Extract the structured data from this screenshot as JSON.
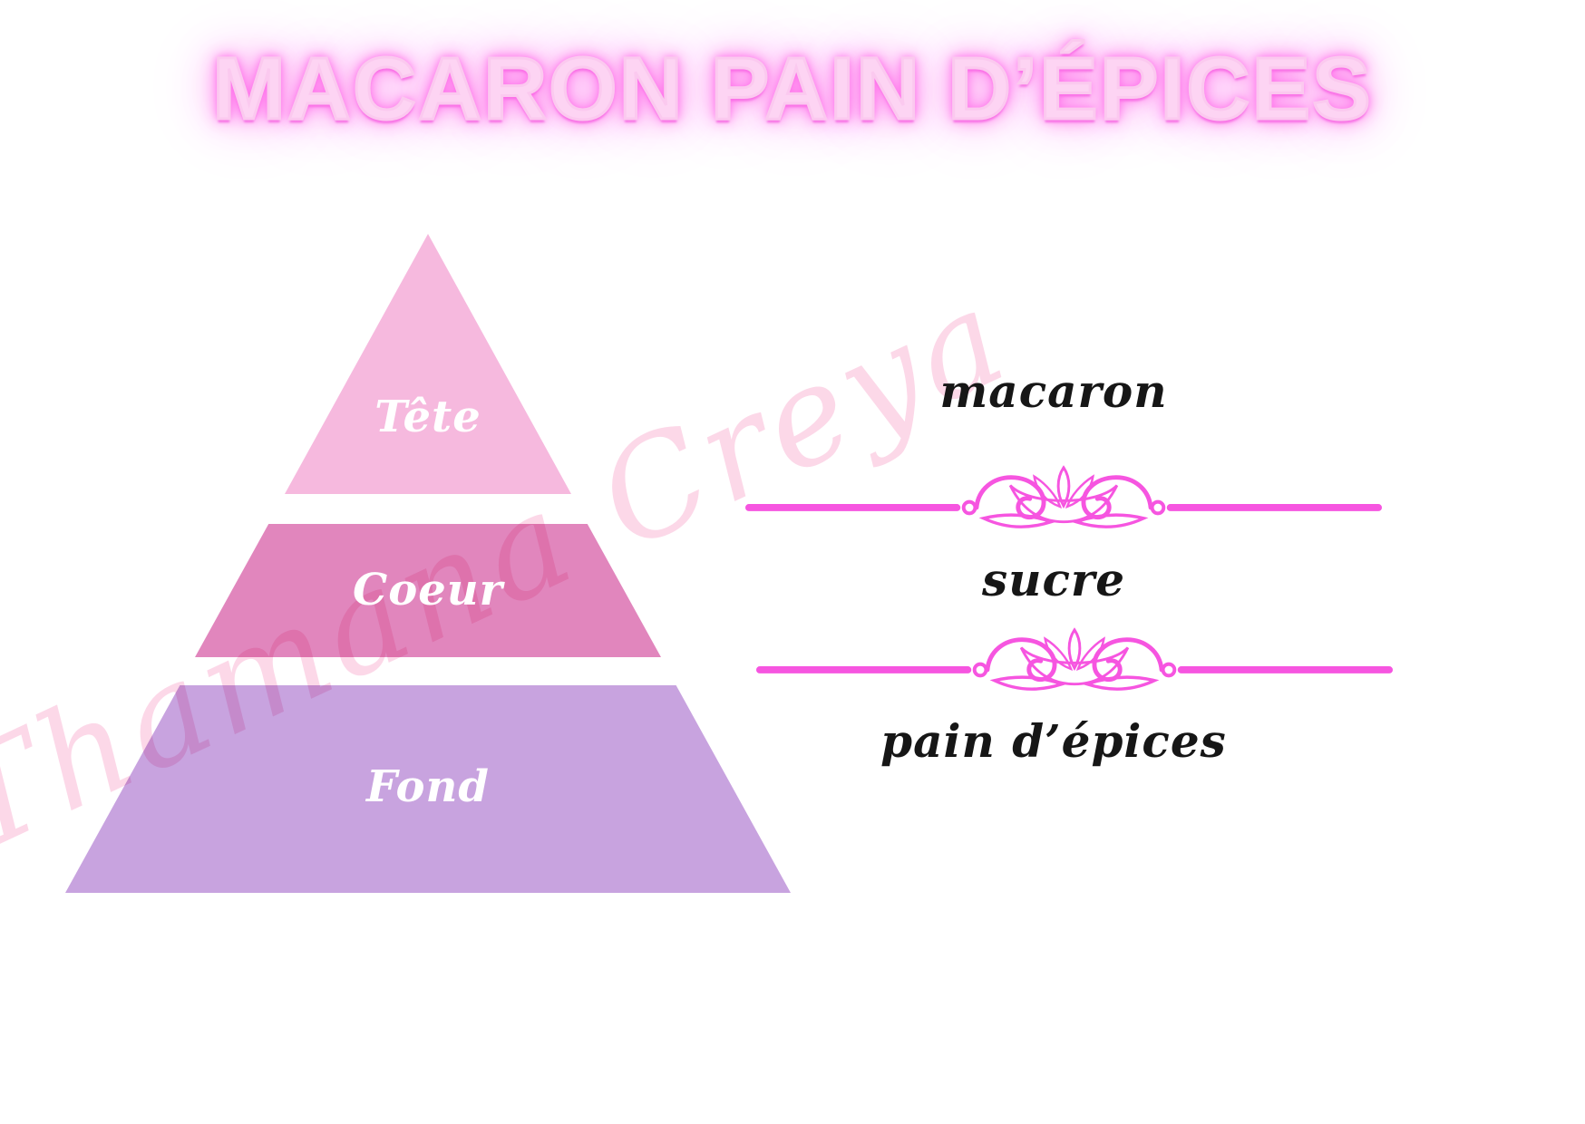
{
  "title": "MACARON PAIN D’ÉPICES",
  "watermark": "Thamana Creya",
  "diagram": {
    "type": "pyramid",
    "levels": [
      {
        "name": "Tête",
        "note": "macaron",
        "color": "#f6b9de"
      },
      {
        "name": "Coeur",
        "note": "sucre",
        "color": "#e186bd"
      },
      {
        "name": "Fond",
        "note": "pain d’épices",
        "color": "#c8a3df"
      }
    ]
  },
  "colors": {
    "background": "#ffffff",
    "title_fill": "#fdd4f3",
    "title_glow": "#ff6cea",
    "divider": "#f655e0",
    "note_text": "#161616",
    "level_label_text": "#ffffff",
    "watermark": "#fbcfe3"
  }
}
